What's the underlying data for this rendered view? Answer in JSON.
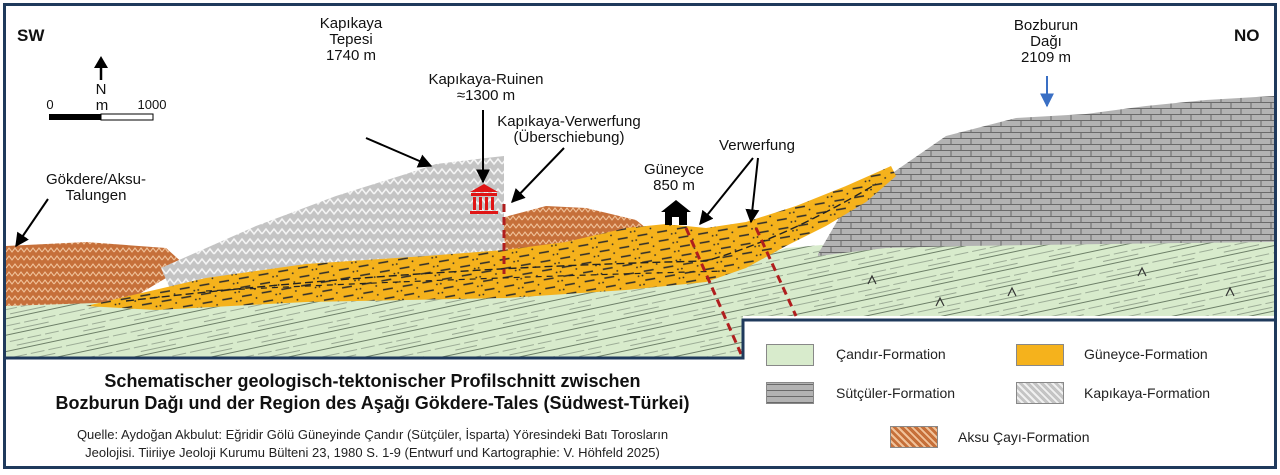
{
  "directions": {
    "sw": "SW",
    "ne": "NO"
  },
  "labels": {
    "kapikaya_tepesi_l1": "Kapıkaya",
    "kapikaya_tepesi_l2": "Tepesi",
    "kapikaya_tepesi_l3": "1740 m",
    "ruinen_l1": "Kapıkaya-Ruinen",
    "ruinen_l2": "≈1300 m",
    "verwerfung1_l1": "Kapıkaya-Verwerfung",
    "verwerfung1_l2": "(Überschiebung)",
    "verwerfung2": "Verwerfung",
    "guneyce_l1": "Güneyce",
    "guneyce_l2": "850 m",
    "bozburun_l1": "Bozburun",
    "bozburun_l2": "Dağı",
    "bozburun_l3": "2109 m",
    "gokdere_l1": "Gökdere/Aksu-",
    "gokdere_l2": "Talungen"
  },
  "scale": {
    "north": "N",
    "zero": "0",
    "unit": "m",
    "max": "1000"
  },
  "title": {
    "line1": "Schematischer geologisch-tektonischer Profilschnitt zwischen",
    "line2": "Bozburun Dağı und der Region des Aşağı Gökdere-Tales (Südwest-Türkei)"
  },
  "source": {
    "line1": "Quelle: Aydoğan Akbulut: Eğridir Gölü Güneyinde Çandır (Sütçüler, İsparta) Yöresindeki Batı Torosların",
    "line2": "Jeolojisi. Tiiriiye Jeoloji Kurumu Bülteni 23, 1980 S. 1-9 (Entwurf und Kartographie: V. Höhfeld 2025)"
  },
  "legend": {
    "candir": "Çandır-Formation",
    "guneyce": "Güneyce-Formation",
    "sutculer": "Sütçüler-Formation",
    "kapikaya": "Kapıkaya-Formation",
    "aksu": "Aksu Çayı-Formation"
  },
  "colors": {
    "candir": "#d8ebcc",
    "guneyce": "#f5b21c",
    "sutculer": "#b3b3b3",
    "kapikaya": "#c4c4c4",
    "aksu": "#c6703a",
    "fault": "#b01e1e",
    "ruin": "#e01515",
    "frame": "#1f3a5c",
    "arrow_blue": "#3a6fc4"
  }
}
